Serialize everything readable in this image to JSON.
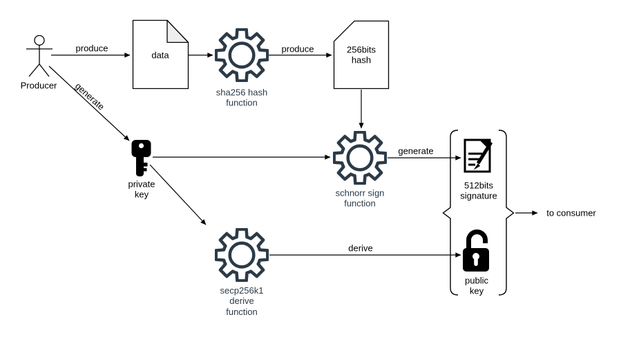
{
  "nodes": {
    "producer": {
      "label": "Producer"
    },
    "data_doc": {
      "label": "data"
    },
    "sha256_fn": {
      "label": "sha256 hash\nfunction"
    },
    "hash_256": {
      "label": "256bits\nhash"
    },
    "schnorr_fn": {
      "label": "schnorr sign\nfunction"
    },
    "private_key": {
      "label": "private\nkey"
    },
    "secp_fn": {
      "label": "secp256k1\nderive\nfunction"
    },
    "signature": {
      "label": "512bits\nsignature"
    },
    "public_key": {
      "label": "public\nkey"
    },
    "consumer": {
      "label": "to consumer"
    }
  },
  "edges": {
    "produce_data": {
      "label": "produce"
    },
    "produce_hash": {
      "label": "produce"
    },
    "generate_key": {
      "label": "generate"
    },
    "generate_sig": {
      "label": "generate"
    },
    "derive_pubkey": {
      "label": "derive"
    }
  },
  "icons": {
    "producer": "actor-stick-figure-icon",
    "sha256_fn": "gear-icon",
    "schnorr_fn": "gear-icon",
    "secp_fn": "gear-icon",
    "private_key": "key-icon",
    "public_key": "open-padlock-icon",
    "signature": "signed-document-pen-icon",
    "data_doc": "document-folded-corner-icon",
    "hash_256": "note-cut-corner-shape"
  },
  "colors": {
    "icon_accent": "#2c3a47",
    "stroke": "#000000",
    "fold_fill": "#eeeeee",
    "background": "#ffffff"
  }
}
